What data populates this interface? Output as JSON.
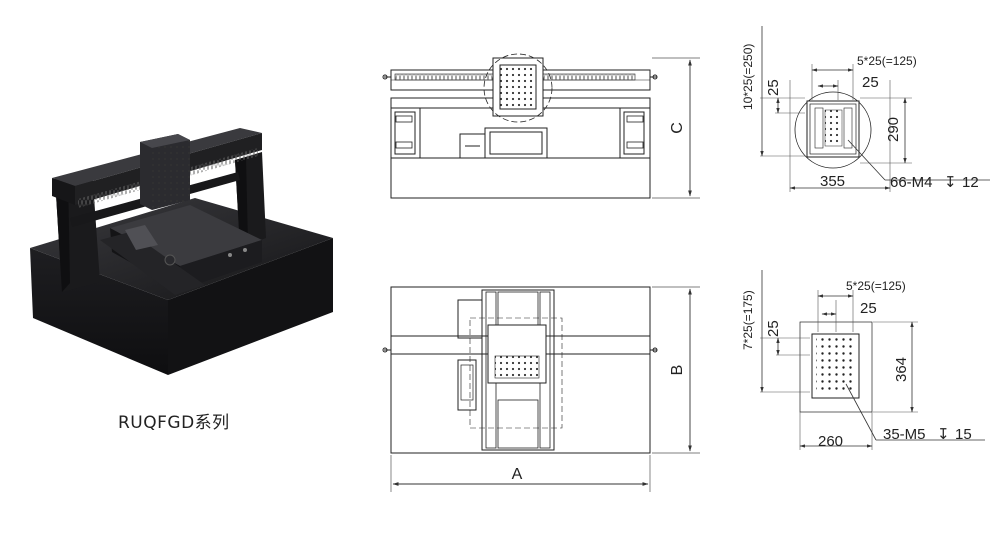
{
  "product": {
    "series_caption": "RUQFGD系列"
  },
  "front_view": {
    "dim_height": "C"
  },
  "top_view": {
    "dim_width": "A",
    "dim_depth": "B"
  },
  "upper_detail": {
    "pitch_h": "5*25(=125)",
    "pitch_v": "10*25(=250)",
    "step_h": "25",
    "step_v": "25",
    "width": "355",
    "height": "290",
    "holes": "66-M4",
    "hole_depth": "12"
  },
  "lower_detail": {
    "pitch_h": "5*25(=125)",
    "pitch_v": "7*25(=175)",
    "step_h": "25",
    "step_v": "25",
    "width": "260",
    "height": "364",
    "holes": "35-M5",
    "hole_depth": "15"
  },
  "colors": {
    "line": "#222222",
    "dim": "#444444",
    "granite": "#1b1b1d",
    "granite_top": "#2c2c30",
    "metal_dark": "#232325",
    "metal_mid": "#3a3a3e"
  }
}
